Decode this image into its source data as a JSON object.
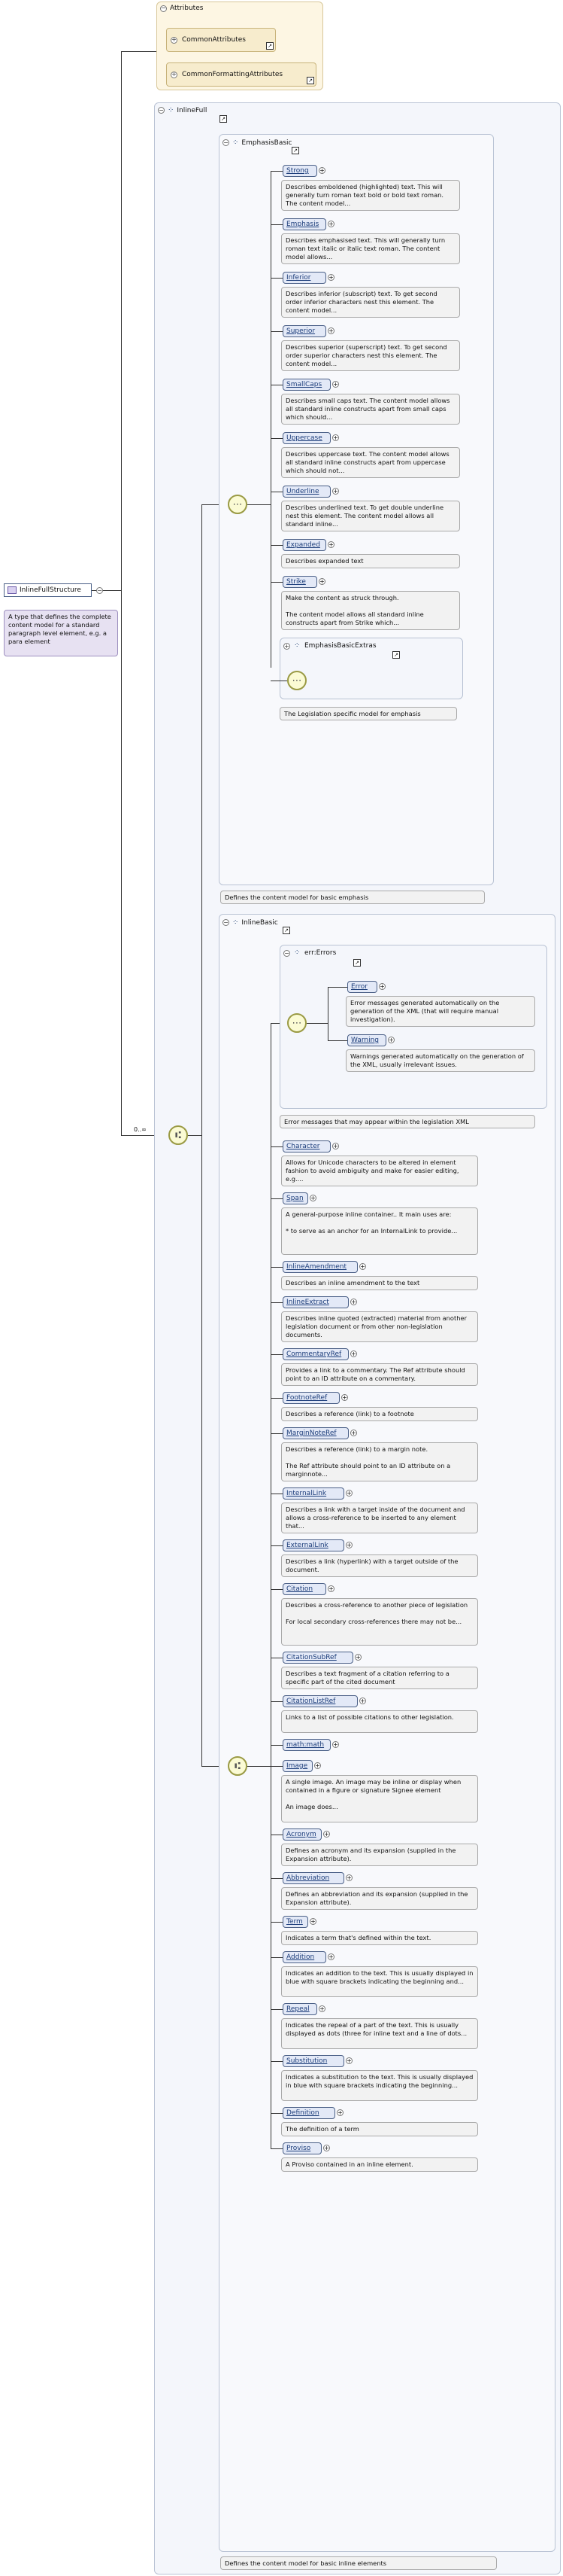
{
  "root": {
    "label": "InlineFullStructure",
    "note": "A type that defines the complete content model for a standard paragraph level element, e.g. a para element",
    "multiplicity": "0..∞"
  },
  "attributes": {
    "title": "Attributes",
    "items": [
      "CommonAttributes",
      "CommonFormattingAttributes"
    ]
  },
  "inline_full": {
    "title": "InlineFull",
    "emphasis_group": {
      "title": "EmphasisBasic",
      "note": "Defines the content model for basic emphasis",
      "elements": [
        {
          "name": "Strong",
          "note": "Describes emboldened (highlighted) text. This will generally turn roman text bold or bold text roman. The content model..."
        },
        {
          "name": "Emphasis",
          "note": "Describes emphasised text. This will generally turn roman text italic or italic text roman. The content model allows..."
        },
        {
          "name": "Inferior",
          "note": "Describes inferior (subscript) text. To get second order inferior characters nest this element. The content model..."
        },
        {
          "name": "Superior",
          "note": "Describes superior (superscript) text. To get second order superior characters nest this element. The content model..."
        },
        {
          "name": "SmallCaps",
          "note": "Describes small caps text. The content model allows all standard inline constructs apart from small caps which should..."
        },
        {
          "name": "Uppercase",
          "note": "Describes uppercase text. The content model allows all standard inline constructs apart from uppercase which should not..."
        },
        {
          "name": "Underline",
          "note": "Describes underlined text. To get double underline nest this element. The content model allows all standard inline..."
        },
        {
          "name": "Expanded",
          "note": "Describes expanded text"
        },
        {
          "name": "Strike",
          "note": "Make the content as struck through.\n\nThe content model allows all standard inline constructs apart from Strike which..."
        }
      ],
      "extras": {
        "title": "EmphasisBasicExtras",
        "note": "The Legislation specific model for emphasis"
      }
    },
    "inline_group": {
      "title": "InlineBasic",
      "note": "Defines the content model for basic inline elements",
      "err_group": {
        "title": "err:Errors",
        "note": "Error messages that may appear within the legislation XML",
        "elements": [
          {
            "name": "Error",
            "note": "Error messages generated automatically on the generation of the XML (that will require manual investigation)."
          },
          {
            "name": "Warning",
            "note": "Warnings generated automatically on the generation of the XML, usually irrelevant issues."
          }
        ]
      },
      "elements": [
        {
          "name": "Character",
          "note": "Allows for Unicode characters to be altered in element fashion to avoid ambiguity and make for easier editing, e.g...."
        },
        {
          "name": "Span",
          "note": "A general-purpose inline container.. It main uses are:\n\n* to serve as an anchor for an InternalLink to provide..."
        },
        {
          "name": "InlineAmendment",
          "note": "Describes an inline amendment to the text"
        },
        {
          "name": "InlineExtract",
          "note": "Describes inline quoted (extracted) material from another legislation document or from other non-legislation documents."
        },
        {
          "name": "CommentaryRef",
          "note": "Provides a link to a commentary. The Ref attribute should point to an ID attribute on a commentary."
        },
        {
          "name": "FootnoteRef",
          "note": "Describes a reference (link) to a footnote"
        },
        {
          "name": "MarginNoteRef",
          "note": "Describes a reference (link) to a margin note.\n\nThe Ref attribute should point to an ID attribute on a marginnote..."
        },
        {
          "name": "InternalLink",
          "note": "Describes a link with a target inside of the document and allows a cross-reference to be inserted to any element that..."
        },
        {
          "name": "ExternalLink",
          "note": "Describes a link (hyperlink) with a target outside of the document."
        },
        {
          "name": "Citation",
          "note": "Describes a cross-reference to another piece of legislation\n\nFor local secondary cross-references there may not be..."
        },
        {
          "name": "CitationSubRef",
          "note": "Describes a text fragment of a citation referring to a specific part of the cited document"
        },
        {
          "name": "CitationListRef",
          "note": "Links to a list of possible citations to other legislation."
        },
        {
          "name": "math:math",
          "note": ""
        },
        {
          "name": "Image",
          "note": "A single image. An image may be inline or display when contained in a figure or signature Signee element\n\nAn image does..."
        },
        {
          "name": "Acronym",
          "note": "Defines an acronym and its expansion (supplied in the Expansion attribute)."
        },
        {
          "name": "Abbreviation",
          "note": "Defines an abbreviation and its expansion (supplied in the Expansion attribute)."
        },
        {
          "name": "Term",
          "note": "Indicates a term that's defined within the text."
        },
        {
          "name": "Addition",
          "note": "Indicates an addition to the text. This is usually displayed in blue with square brackets indicating the beginning and..."
        },
        {
          "name": "Repeal",
          "note": "Indicates the repeal of a part of the text. This is usually displayed as dots (three for inline text and a line of dots..."
        },
        {
          "name": "Substitution",
          "note": "Indicates a substitution to the text. This is usually displayed in blue with square brackets indicating the beginning..."
        },
        {
          "name": "Definition",
          "note": "The definition of a term"
        },
        {
          "name": "Proviso",
          "note": "A Proviso contained in an inline element."
        }
      ]
    }
  }
}
